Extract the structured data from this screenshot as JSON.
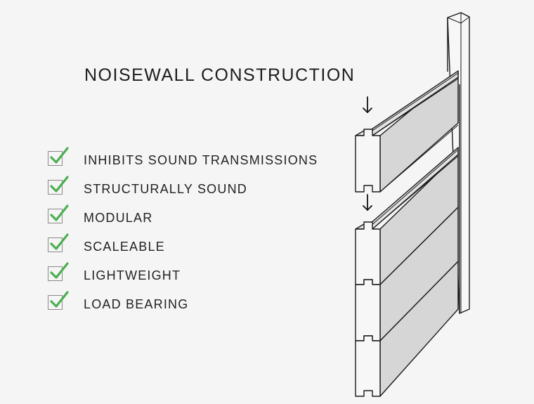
{
  "title": "NOISEWALL CONSTRUCTION",
  "features": [
    {
      "label": "INHIBITS SOUND TRANSMISSIONS",
      "checked": true
    },
    {
      "label": "STRUCTURALLY SOUND",
      "checked": true
    },
    {
      "label": "MODULAR",
      "checked": true
    },
    {
      "label": "SCALEABLE",
      "checked": true
    },
    {
      "label": "LIGHTWEIGHT",
      "checked": true
    },
    {
      "label": "LOAD BEARING",
      "checked": true
    }
  ],
  "colors": {
    "background": "#f5f5f5",
    "check_green": "#4caf50",
    "panel_face": "#f7f7f7",
    "panel_side": "#d6d6d6",
    "outline": "#1a1a1a"
  },
  "icons": [
    "checkmark-icon",
    "down-arrow-icon"
  ]
}
